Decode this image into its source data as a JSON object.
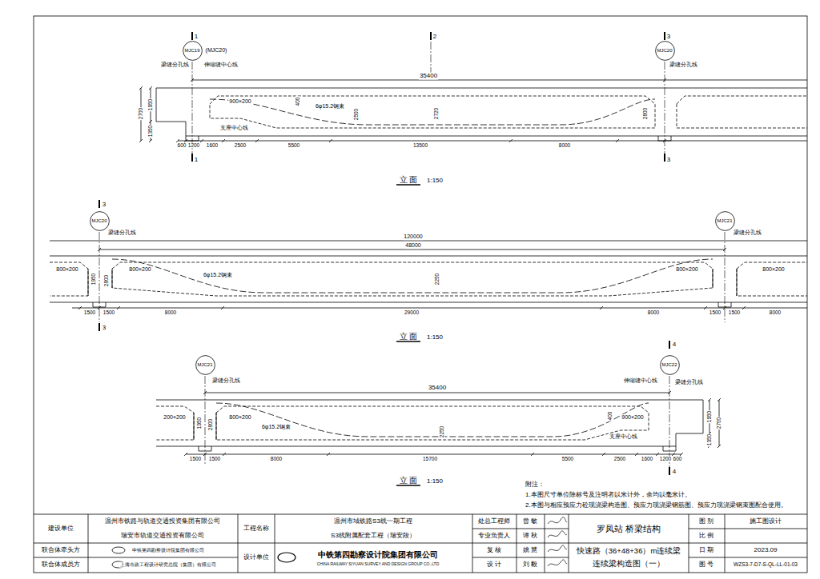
{
  "diagram": {
    "nodes": [
      {
        "text": [
          "MJC19"
        ]
      },
      {
        "text": [
          "MJC20"
        ]
      },
      {
        "text": [
          "MJC20"
        ]
      },
      {
        "text": [
          "MJC21"
        ]
      },
      {
        "text": [
          "MJC21"
        ]
      },
      {
        "text": [
          "MJC22"
        ]
      }
    ],
    "labels": [
      "1",
      "2",
      "3",
      "(MJC20)",
      "梁缝分孔线",
      "伸缩缝中心线",
      "梁缝分孔线",
      "35400",
      "1950",
      "2700",
      "1350",
      "900×200",
      "400",
      "6φ15.2钢束",
      "2500",
      "2720",
      "2800",
      "支座中心线",
      "600",
      "1200",
      "1600",
      "2500",
      "5500",
      "13500",
      "8000",
      "1",
      "3",
      "立 面",
      "1:150",
      "3",
      "梁缝分孔线",
      "梁缝分孔线",
      "120000",
      "48000",
      "800×200",
      "1950",
      "2800",
      "800×200",
      "6φ15.2钢束",
      "2250",
      "800×200",
      "800×200",
      "1500",
      "1500",
      "8000",
      "29000",
      "8000",
      "1500",
      "1500",
      "8000",
      "3",
      "立 面",
      "1:150",
      "4",
      "梁缝分孔线",
      "伸缩缝中心线",
      "梁缝分孔线",
      "35400",
      "200×200",
      "800×200",
      "6φ15.2钢束",
      "1950",
      "2800",
      "2250",
      "400",
      "900×200",
      "1950",
      "2700",
      "1350",
      "支座中心线",
      "1500",
      "1500",
      "8000",
      "15700",
      "5500",
      "2500",
      "1600",
      "1200",
      "600",
      "4",
      "立 面",
      "1:150",
      "附注：",
      "1.本图尺寸单位除标号及注明者以米计外，余均以毫米计。",
      "2.本图与相应预应力砼现浇梁构造图、预应力现浇梁钢筋图、预应力现浇梁钢束图配合使用。",
      "建设单位",
      "温州市铁路与轨道交通投资集团有限公司",
      "瑞安市轨道交通投资有限公司",
      "工程名称",
      "温州市域铁路S3线一期工程",
      "S3线附属配套工程（瑞安段）",
      "处总工程师",
      "曾  敏",
      "专业负责人",
      "谭  秋",
      "罗凤站 桥梁结构",
      "图  别",
      "施工图设计",
      "比  例",
      "联合体牵头方",
      "中铁第四勘察设计院集团有限公司",
      "设计单位",
      "中铁第四勘察设计院集团有限公司",
      "CHINA RAILWAY SIYUAN SURVEY AND DESIGN GROUP CO.,LTD",
      "复  核",
      "姚  慧",
      "快速路（36+48+36）m连续梁",
      "连续梁构造图（一）",
      "日  期",
      "2023.09",
      "联合体成员方",
      "上海市政工程设计研究总院（集团）有限公司",
      "设  计",
      "刘  毅",
      "图  号",
      "WZS3-7-D7-S-QL-LL-01-03"
    ]
  }
}
